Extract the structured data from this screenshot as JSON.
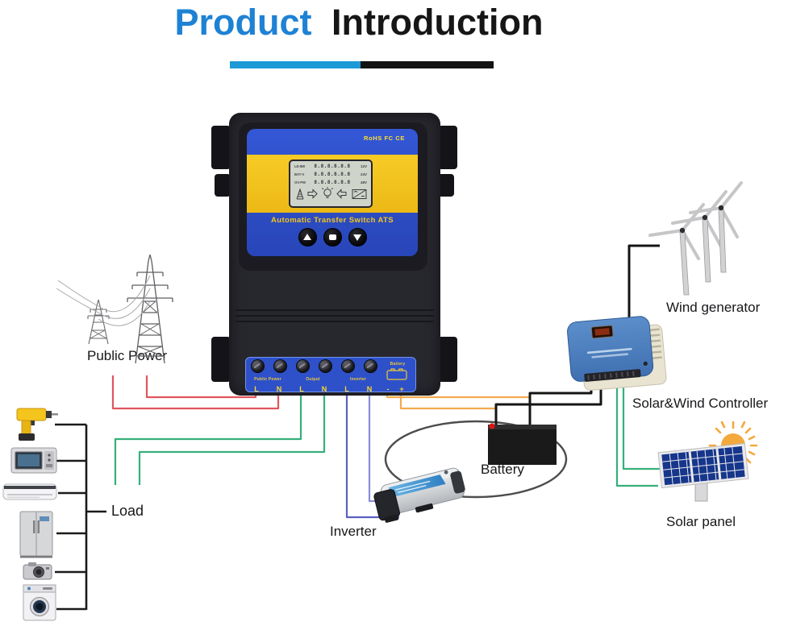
{
  "title": {
    "part1": "Product",
    "part2": "Introduction"
  },
  "ats_device": {
    "certifications": "RoHS FC CE",
    "name_label": "Automatic Transfer Switch ATS",
    "lcd": {
      "rows": [
        {
          "left": "LD-8W",
          "value": "8.8.8.8.8.8",
          "right": "12V"
        },
        {
          "left": "BAT-V",
          "value": "8.8.8.8.8.8",
          "right": "24V"
        },
        {
          "left": "OV-PW",
          "value": "8.8.8.8.8.8",
          "right": "48V"
        }
      ],
      "icons": [
        "power-tower-icon",
        "arrow-right-icon",
        "bulb-icon",
        "arrow-left-icon",
        "inverter-grid-icon"
      ]
    },
    "buttons": [
      "up",
      "select",
      "down"
    ],
    "terminals": {
      "groups": [
        {
          "label": "Public Power"
        },
        {
          "label": "Output"
        },
        {
          "label": "Inverter"
        },
        {
          "label": "Battery"
        }
      ],
      "pins": [
        "L",
        "N",
        "L",
        "N",
        "L",
        "N",
        "-",
        "+"
      ]
    }
  },
  "diagram": {
    "labels": {
      "public_power": "Public Power",
      "load": "Load",
      "inverter": "Inverter",
      "battery": "Battery",
      "wind_generator": "Wind generator",
      "solar_wind_controller": "Solar&Wind Controller",
      "solar_panel": "Solar panel"
    },
    "load_appliances": [
      "electric-drill",
      "microwave-oven",
      "air-conditioner",
      "refrigerator",
      "camera",
      "washing-machine"
    ],
    "wire_colors": {
      "public_power": "#e0555e",
      "load_output": "#35b07a",
      "inverter_l": "#5c60c2",
      "inverter_n": "#8a8dd8",
      "battery": "#f3aa4e",
      "battery_to_controller": "#141414",
      "controller_to_solar": "#35b07a",
      "wind_to_controller": "#141414"
    }
  },
  "colors": {
    "title_blue": "#1e82d4",
    "bar_blue": "#1b9ad6",
    "bar_black": "#121212",
    "ats_body": "#27272e",
    "ats_panel_blue": "#2e51c9",
    "ats_band_yellow": "#f2c11e",
    "label_gold": "#ffd91e",
    "lcd_background": "#cfd4ca"
  }
}
